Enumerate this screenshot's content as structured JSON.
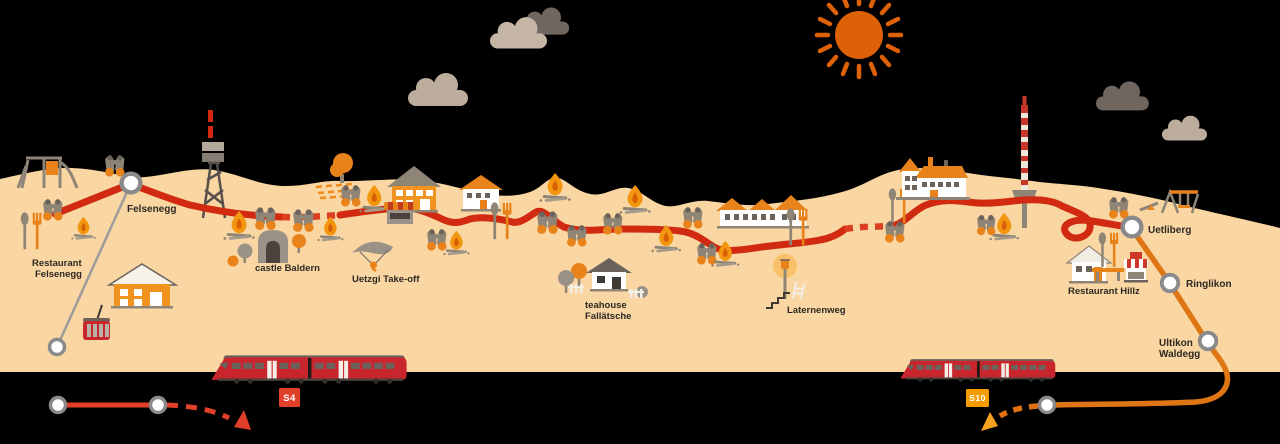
{
  "stations": {
    "felsenegg": "Felsenegg",
    "uetliberg": "Uetliberg",
    "ringlikon": "Ringlikon",
    "uitikon_waldegg_line1": "Ultikon",
    "uitikon_waldegg_line2": "Waldegg"
  },
  "pois": {
    "restaurant_felsenegg_line1": "Restaurant",
    "restaurant_felsenegg_line2": "Felsenegg",
    "castle_baldern": "castle Baldern",
    "uetzgi_takeoff": "Uetzgi Take-off",
    "teahouse_line1": "teahouse",
    "teahouse_line2": "Fallätsche",
    "laternenweg": "Laternenweg",
    "restaurant_hillz": "Restaurant Hillz"
  },
  "transit": {
    "s4_badge": "S4",
    "s10_badge": "S10"
  },
  "icons": {
    "sun-icon": "orange sun with rays",
    "cloud-icon": "puffy cloud",
    "campfire-icon": "campfire / fire pit",
    "viewpoint-icon": "binoculars viewpoint",
    "cable-car-icon": "aerial cableway cabin",
    "train-icon": "red S-Bahn train",
    "antenna-tower-icon": "Felsenegg antenna mast",
    "tv-tower-icon": "Uetliberg TV tower",
    "restaurant-icon": "spoon and fork",
    "house-icon": "building / restaurant house",
    "kiosk-icon": "kiosk with striped awning",
    "castle-icon": "castle Baldern ruin",
    "paraglider-icon": "paraglider take-off wing",
    "lantern-icon": "glowing lantern",
    "stairs-icon": "stairs",
    "playground-icon": "playground",
    "picnic-table-icon": "picnic table",
    "tree-icon": "round tree",
    "station-node": "white circle stop marker",
    "arrow-icon": "route continuation arrow"
  },
  "colors": {
    "background": "#000000",
    "terrain": "#F9D6A2",
    "trail_red": "#D12A10",
    "trail_dash_red": "#DC3F20",
    "s4_line_red": "#E0402A",
    "s10_line_orange": "#DD7613",
    "s10_badge_orange": "#F59C00",
    "s10_arrow_orange": "#F6A21F",
    "cable_gray": "#9C9C9C",
    "node_ring_gray": "#8A8A8A",
    "icon_gray": "#8F8577",
    "icon_orange": "#E8821A",
    "flame_outer": "#F2960F",
    "flame_inner": "#D95F07",
    "train_red": "#C8262C",
    "roof_dark": "#6B625C",
    "cloud_light": "#BCAC9C",
    "cloud_dark": "#6F6660",
    "sun_orange": "#DE6108",
    "label_text": "#2D2823",
    "badge_text": "#FFFFFF"
  }
}
